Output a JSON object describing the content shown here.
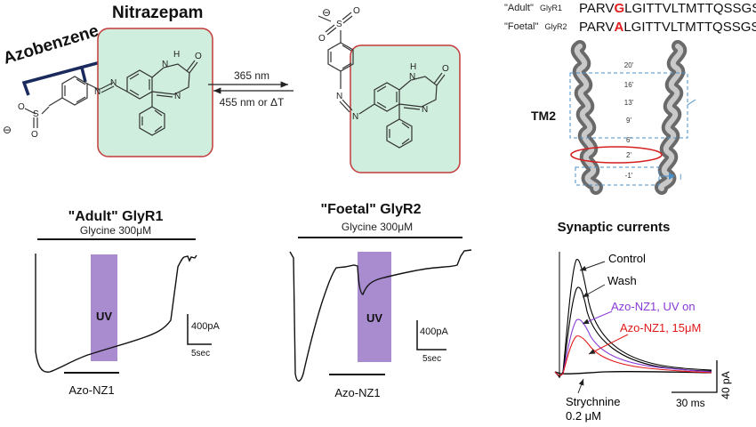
{
  "chemistry": {
    "title": "Nitrazepam",
    "azobenzene_label": "Azobenzene",
    "arrow_forward": "365 nm",
    "arrow_back": "455 nm or ΔT",
    "charge": "⊖",
    "atoms": {
      "N": "N",
      "H": "H",
      "O": "O",
      "S": "S"
    },
    "colors": {
      "highlight_fill": "#cfeedd",
      "highlight_border": "#c43a3a",
      "bracket": "#1b2a5c"
    }
  },
  "sequences": {
    "rows": [
      {
        "label": "\"Adult\"",
        "gene": "GlyR1",
        "pre": "PARV",
        "mut": "G",
        "post": "LGITTVLTMTTQSSGS"
      },
      {
        "label": "\"Foetal\"",
        "gene": "GlyR2",
        "pre": "PARV",
        "mut": "A",
        "post": "LGITTVLTMTTQSSGS"
      }
    ],
    "mutation_color": "#e02020"
  },
  "tm2": {
    "label": "TM2",
    "positions": [
      "20'",
      "16'",
      "13'",
      "9'",
      "6'",
      "2'",
      "-1'"
    ],
    "box_color": "#4a90c8",
    "ring_color": "#d42020",
    "side_mark": "I"
  },
  "adult_trace": {
    "title": "\"Adult\" GlyR1",
    "glycine_label": "Glycine 300μM",
    "uv_label": "UV",
    "drug_label": "Azo-NZ1",
    "scale_current": "400pA",
    "scale_time": "5sec"
  },
  "foetal_trace": {
    "title": "\"Foetal\" GlyR2",
    "glycine_label": "Glycine 300μM",
    "uv_label": "UV",
    "drug_label": "Azo-NZ1",
    "scale_current": "400pA",
    "scale_time": "5sec"
  },
  "uv_color": "#a98bd0",
  "synaptic": {
    "title": "Synaptic currents",
    "scale_current": "40 pA",
    "scale_time": "30 ms",
    "traces": [
      {
        "label": "Control",
        "color": "#000000"
      },
      {
        "label": "Wash",
        "color": "#000000"
      },
      {
        "label": "Azo-NZ1, UV on",
        "color": "#8a3ad8"
      },
      {
        "label": "Azo-NZ1, 15μM",
        "color": "#e01818"
      },
      {
        "label": "Strychnine",
        "sublabel": "0.2 μM",
        "color": "#000000"
      }
    ]
  }
}
